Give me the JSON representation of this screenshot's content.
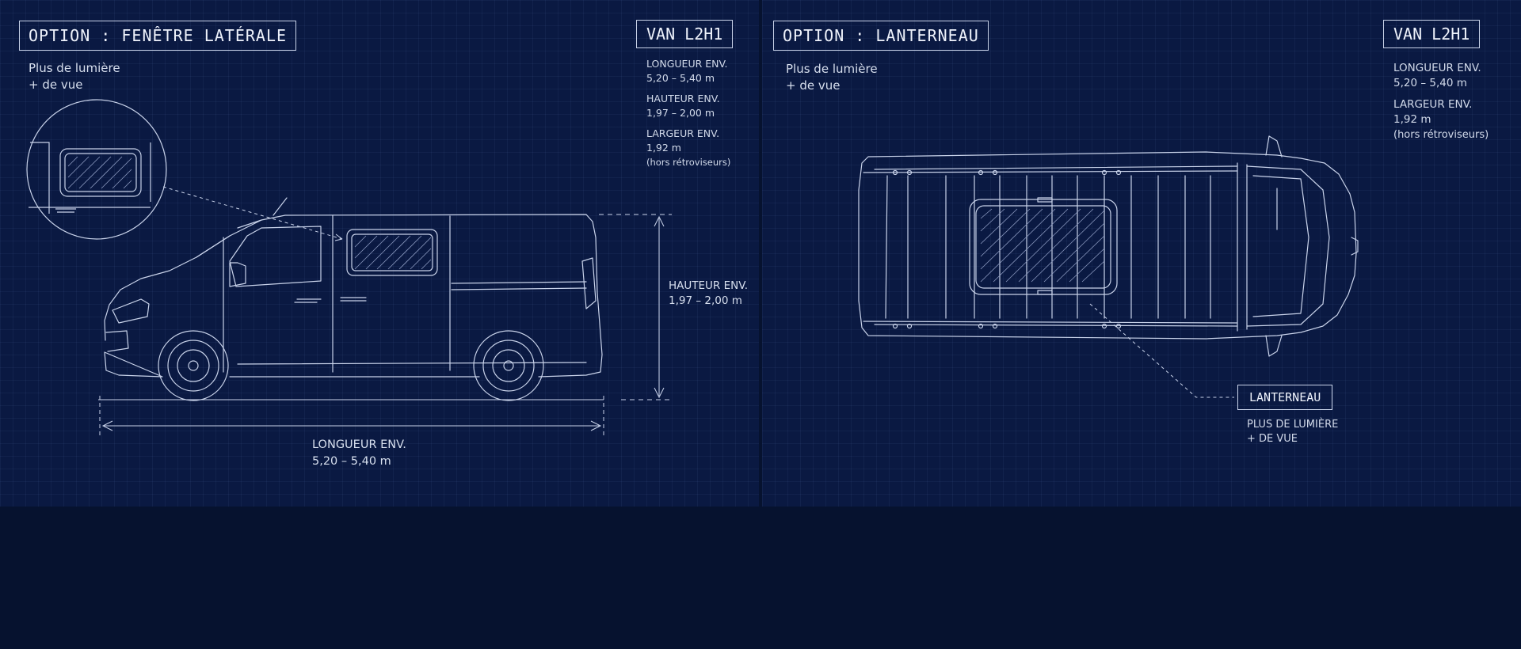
{
  "left_panel": {
    "title": "OPTION : FENÊTRE LATÉRALE",
    "subtitle_lines": [
      "Plus de lumière",
      "+ de vue"
    ],
    "badge": "VAN L2H1",
    "specs": [
      {
        "label": "LONGUEUR ENV.",
        "value": "5,20 – 5,40 m"
      },
      {
        "label": "HAUTEUR ENV.",
        "value": "1,97 – 2,00 m"
      },
      {
        "label": "LARGEUR ENV.",
        "value": "1,92 m",
        "note": "(hors rétroviseurs)"
      }
    ],
    "height_dim": {
      "label": "HAUTEUR ENV.",
      "value": "1,97 – 2,00 m"
    },
    "length_dim": {
      "label": "LONGUEUR ENV.",
      "value": "5,20 – 5,40 m"
    }
  },
  "right_panel": {
    "title": "OPTION : LANTERNEAU",
    "subtitle_lines": [
      "Plus de lumière",
      "+ de vue"
    ],
    "badge": "VAN L2H1",
    "specs": [
      {
        "label": "LONGUEUR ENV.",
        "value": "5,20 – 5,40 m"
      },
      {
        "label": "LARGEUR ENV.",
        "value": "1,92 m",
        "note": "(hors rétroviseurs)"
      }
    ],
    "callout": {
      "label": "LANTERNEAU",
      "lines": [
        "PLUS DE LUMIÈRE",
        "+ DE VUE"
      ]
    }
  },
  "colors": {
    "background": "#06122f",
    "panel": "#0a1942",
    "line": "#c8d2e8"
  }
}
